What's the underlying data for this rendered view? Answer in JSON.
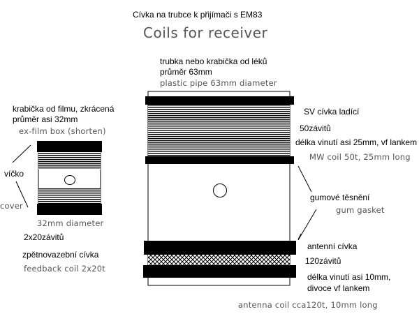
{
  "header": {
    "title_cz": "Cívka na trubce k přijímači s EM83",
    "title_en": "Coils for receiver"
  },
  "left_coil": {
    "desc_cz_1": "krabička od filmu, zkrácená",
    "desc_cz_2": "průměr asi 32mm",
    "desc_en": "ex-film box (shorten)",
    "cover_cz": "víčko",
    "cover_en": "cover",
    "diameter_en": "32mm diameter",
    "turns_cz": "2x20závitů",
    "feedback_cz": "zpětnovazební cívka",
    "feedback_en": "feedback coil 2x20t"
  },
  "right_coil": {
    "pipe_cz_1": "trubka nebo krabička od léků",
    "pipe_cz_2": "průměr 63mm",
    "pipe_en": "plastic pipe 63mm diameter",
    "mw_cz": "SV cívka ladící",
    "mw_turns_cz": "50závitů",
    "mw_length_cz": "délka vinutí asi 25mm, vf lankem",
    "mw_en": "MW coil 50t, 25mm long",
    "gasket_cz": "gumové těsnění",
    "gasket_en": "gum gasket",
    "ant_cz": "antenní cívka",
    "ant_turns_cz": "120závitů",
    "ant_length_cz_1": "délka vinutí asi 10mm,",
    "ant_length_cz_2": "divoce  vf lankem",
    "ant_en": "antenna coil cca120t, 10mm long"
  }
}
